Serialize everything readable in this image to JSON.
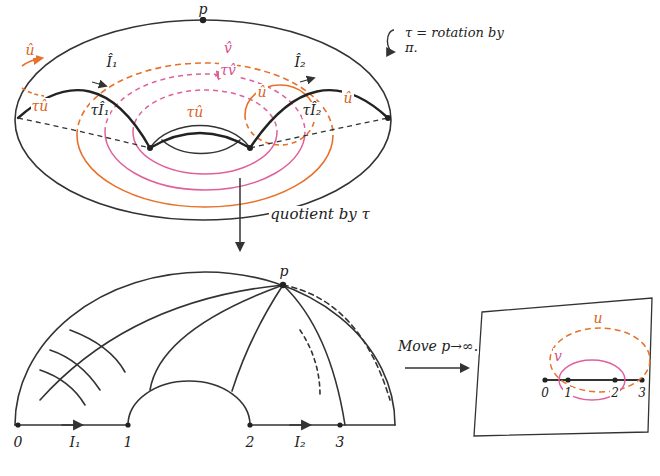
{
  "diagram": {
    "labels": [
      "p",
      "û",
      "Î₁",
      "v̂",
      "τv̂",
      "Î₂",
      "û",
      "û",
      "τ = rotation by π.",
      "τû",
      "τÎ₁",
      "τû",
      "τÎ₂",
      "quotient by τ",
      "p",
      "0",
      "I₁",
      "1",
      "2",
      "I₂",
      "3",
      "Move p→∞.",
      "u",
      "v",
      "0",
      "1",
      "2",
      "3"
    ]
  }
}
